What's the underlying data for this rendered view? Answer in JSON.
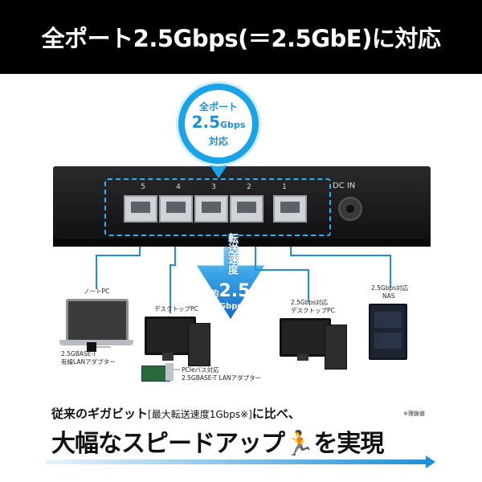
{
  "banner": {
    "title": "全ポート2.5Gbps(＝2.5GbE)に対応"
  },
  "callout": {
    "line1": "全ポート",
    "line2": "2.5",
    "line2_unit": "Gbps",
    "line3": "対応"
  },
  "switch": {
    "ports": [
      "5",
      "4",
      "3",
      "2",
      "1"
    ],
    "dc_in": "DC IN"
  },
  "speed": {
    "vertical": "転送速度",
    "prefix": "約",
    "value": "2.5",
    "unit": "Gbps"
  },
  "devices": {
    "laptop": "ノートPC",
    "laptop_adapter_l1": "2.5GBASE-T",
    "laptop_adapter_l2": "有線LANアダプター",
    "desktop": "デスクトップPC",
    "pcie_l1": "PCIeバス対応",
    "pcie_l2": "2.5GBASE-T LANアダプター",
    "desktop2_l1": "2.5Gbps対応",
    "desktop2_l2": "デスクトップPC",
    "nas_l1": "2.5Gbps対応",
    "nas_l2": "NAS"
  },
  "copy": {
    "line1_a": "従来のギガビット",
    "line1_b": "[最大転送速度1Gbps※]",
    "line1_c": "に比べ、",
    "note": "※理論値",
    "line2_a": "大幅なスピードアップ",
    "line2_b": "を実現"
  },
  "colors": {
    "accent": "#1f8fd6",
    "banner_bg": "#000000"
  }
}
